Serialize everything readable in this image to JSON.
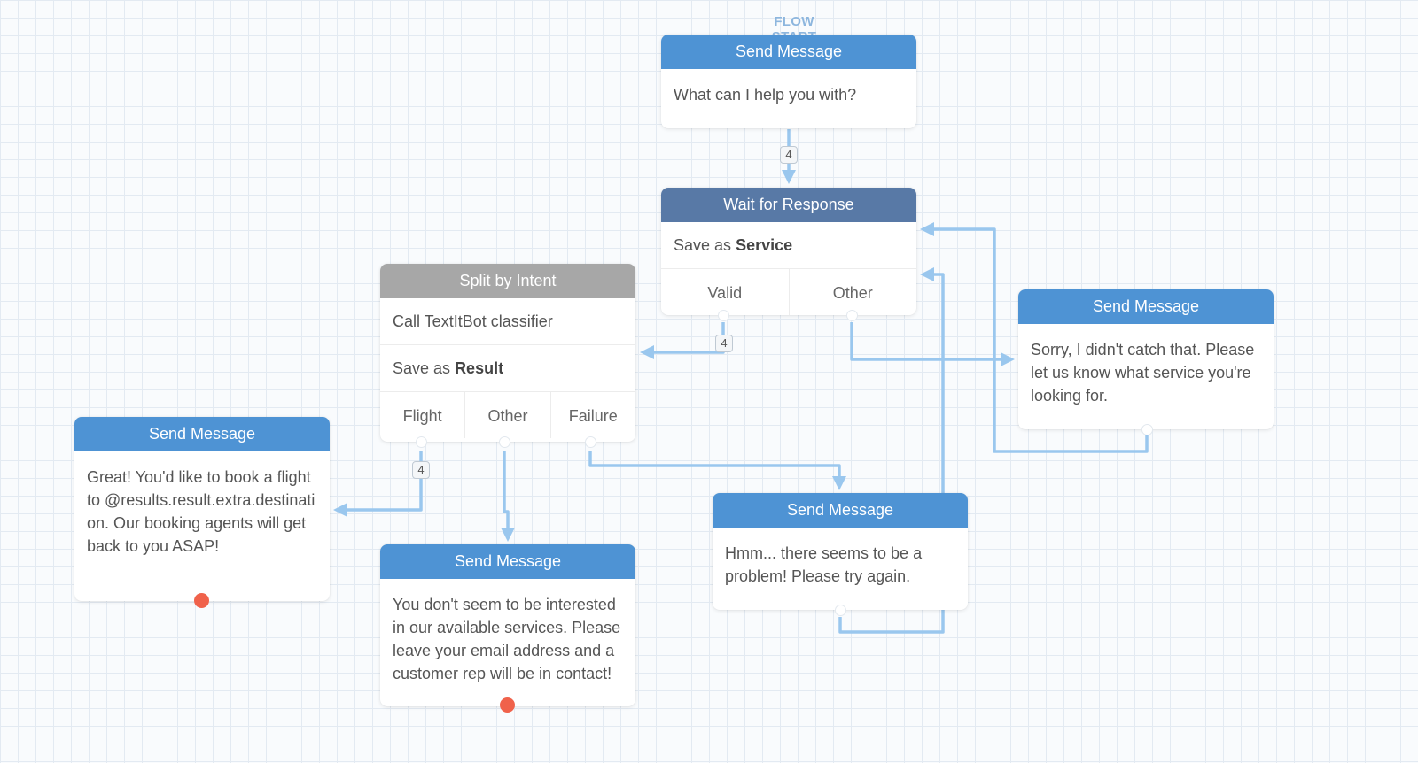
{
  "flow_start_label": "FLOW START",
  "nodes": {
    "start": {
      "header": "Send Message",
      "body": "What can I help you with?"
    },
    "wait": {
      "header": "Wait for Response",
      "save_prefix": "Save as",
      "save_var": "Service",
      "exits": [
        "Valid",
        "Other"
      ]
    },
    "split": {
      "header": "Split by Intent",
      "call": "Call TextItBot classifier",
      "save_prefix": "Save as",
      "save_var": "Result",
      "exits": [
        "Flight",
        "Other",
        "Failure"
      ]
    },
    "sorry": {
      "header": "Send Message",
      "body": "Sorry, I didn't catch that. Please let us know what service you're looking for."
    },
    "flight": {
      "header": "Send Message",
      "body": "Great! You'd like to book a flight to @results.result.extra.destination. Our booking agents will get back to you ASAP!"
    },
    "other": {
      "header": "Send Message",
      "body": "You don't seem to be interested in our available services. Please leave your email address and a customer rep will be in contact!"
    },
    "failure": {
      "header": "Send Message",
      "body": "Hmm... there seems to be a problem! Please try again."
    }
  },
  "counts": {
    "start_to_wait": "4",
    "valid_to_split": "4",
    "flight_to_send": "4"
  },
  "colors": {
    "send_header": "#4e93d4",
    "wait_header": "#5879a6",
    "split_header": "#a7a7a7",
    "connector": "#9ac7ee",
    "end_dot": "#f0624b"
  }
}
